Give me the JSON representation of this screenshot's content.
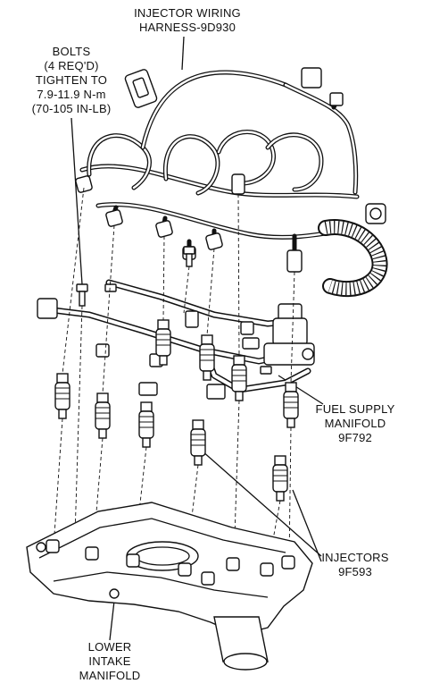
{
  "labels": {
    "harness": [
      "INJECTOR WIRING",
      "HARNESS-9D930"
    ],
    "bolts": [
      "BOLTS",
      "(4 REQ'D)",
      "TIGHTEN TO",
      "7.9-11.9 N-m",
      "(70-105 IN-LB)"
    ],
    "fuel_manifold": [
      "FUEL SUPPLY",
      "MANIFOLD",
      "9F792"
    ],
    "injectors": [
      "INJECTORS",
      "9F593"
    ],
    "lower_manifold": [
      "LOWER",
      "INTAKE",
      "MANIFOLD"
    ]
  }
}
